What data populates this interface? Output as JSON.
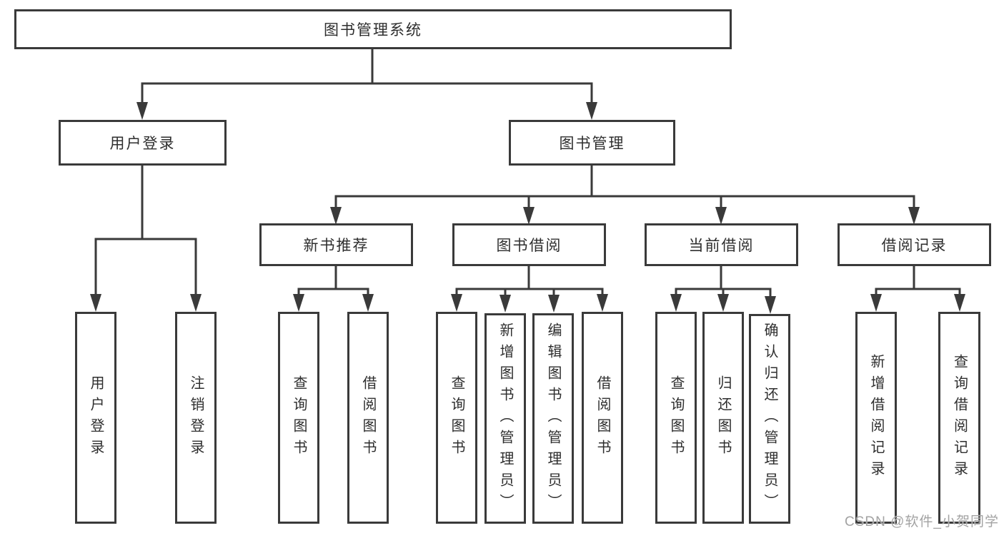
{
  "diagram": {
    "type": "hierarchy-tree",
    "root": {
      "label": "图书管理系统"
    },
    "branches": {
      "user_login": {
        "label": "用户登录",
        "children": [
          "用户登录",
          "注销登录"
        ]
      },
      "book_management": {
        "label": "图书管理",
        "children": [
          {
            "label": "新书推荐",
            "children": [
              "查询图书",
              "借阅图书"
            ]
          },
          {
            "label": "图书借阅",
            "children": [
              "查询图书",
              "新增图书（管理员）",
              "编辑图书（管理员）",
              "借阅图书"
            ]
          },
          {
            "label": "当前借阅",
            "children": [
              "查询图书",
              "归还图书",
              "确认归还（管理员）"
            ]
          },
          {
            "label": "借阅记录",
            "children": [
              "新增借阅记录",
              "查询借阅记录"
            ]
          }
        ]
      }
    }
  },
  "watermark": {
    "text": "CSDN @软件_小贺同学"
  },
  "colors": {
    "line": "#3a3a3a",
    "text": "#2e2e2e",
    "background": "#ffffff",
    "watermark": "#a3a3a3"
  }
}
